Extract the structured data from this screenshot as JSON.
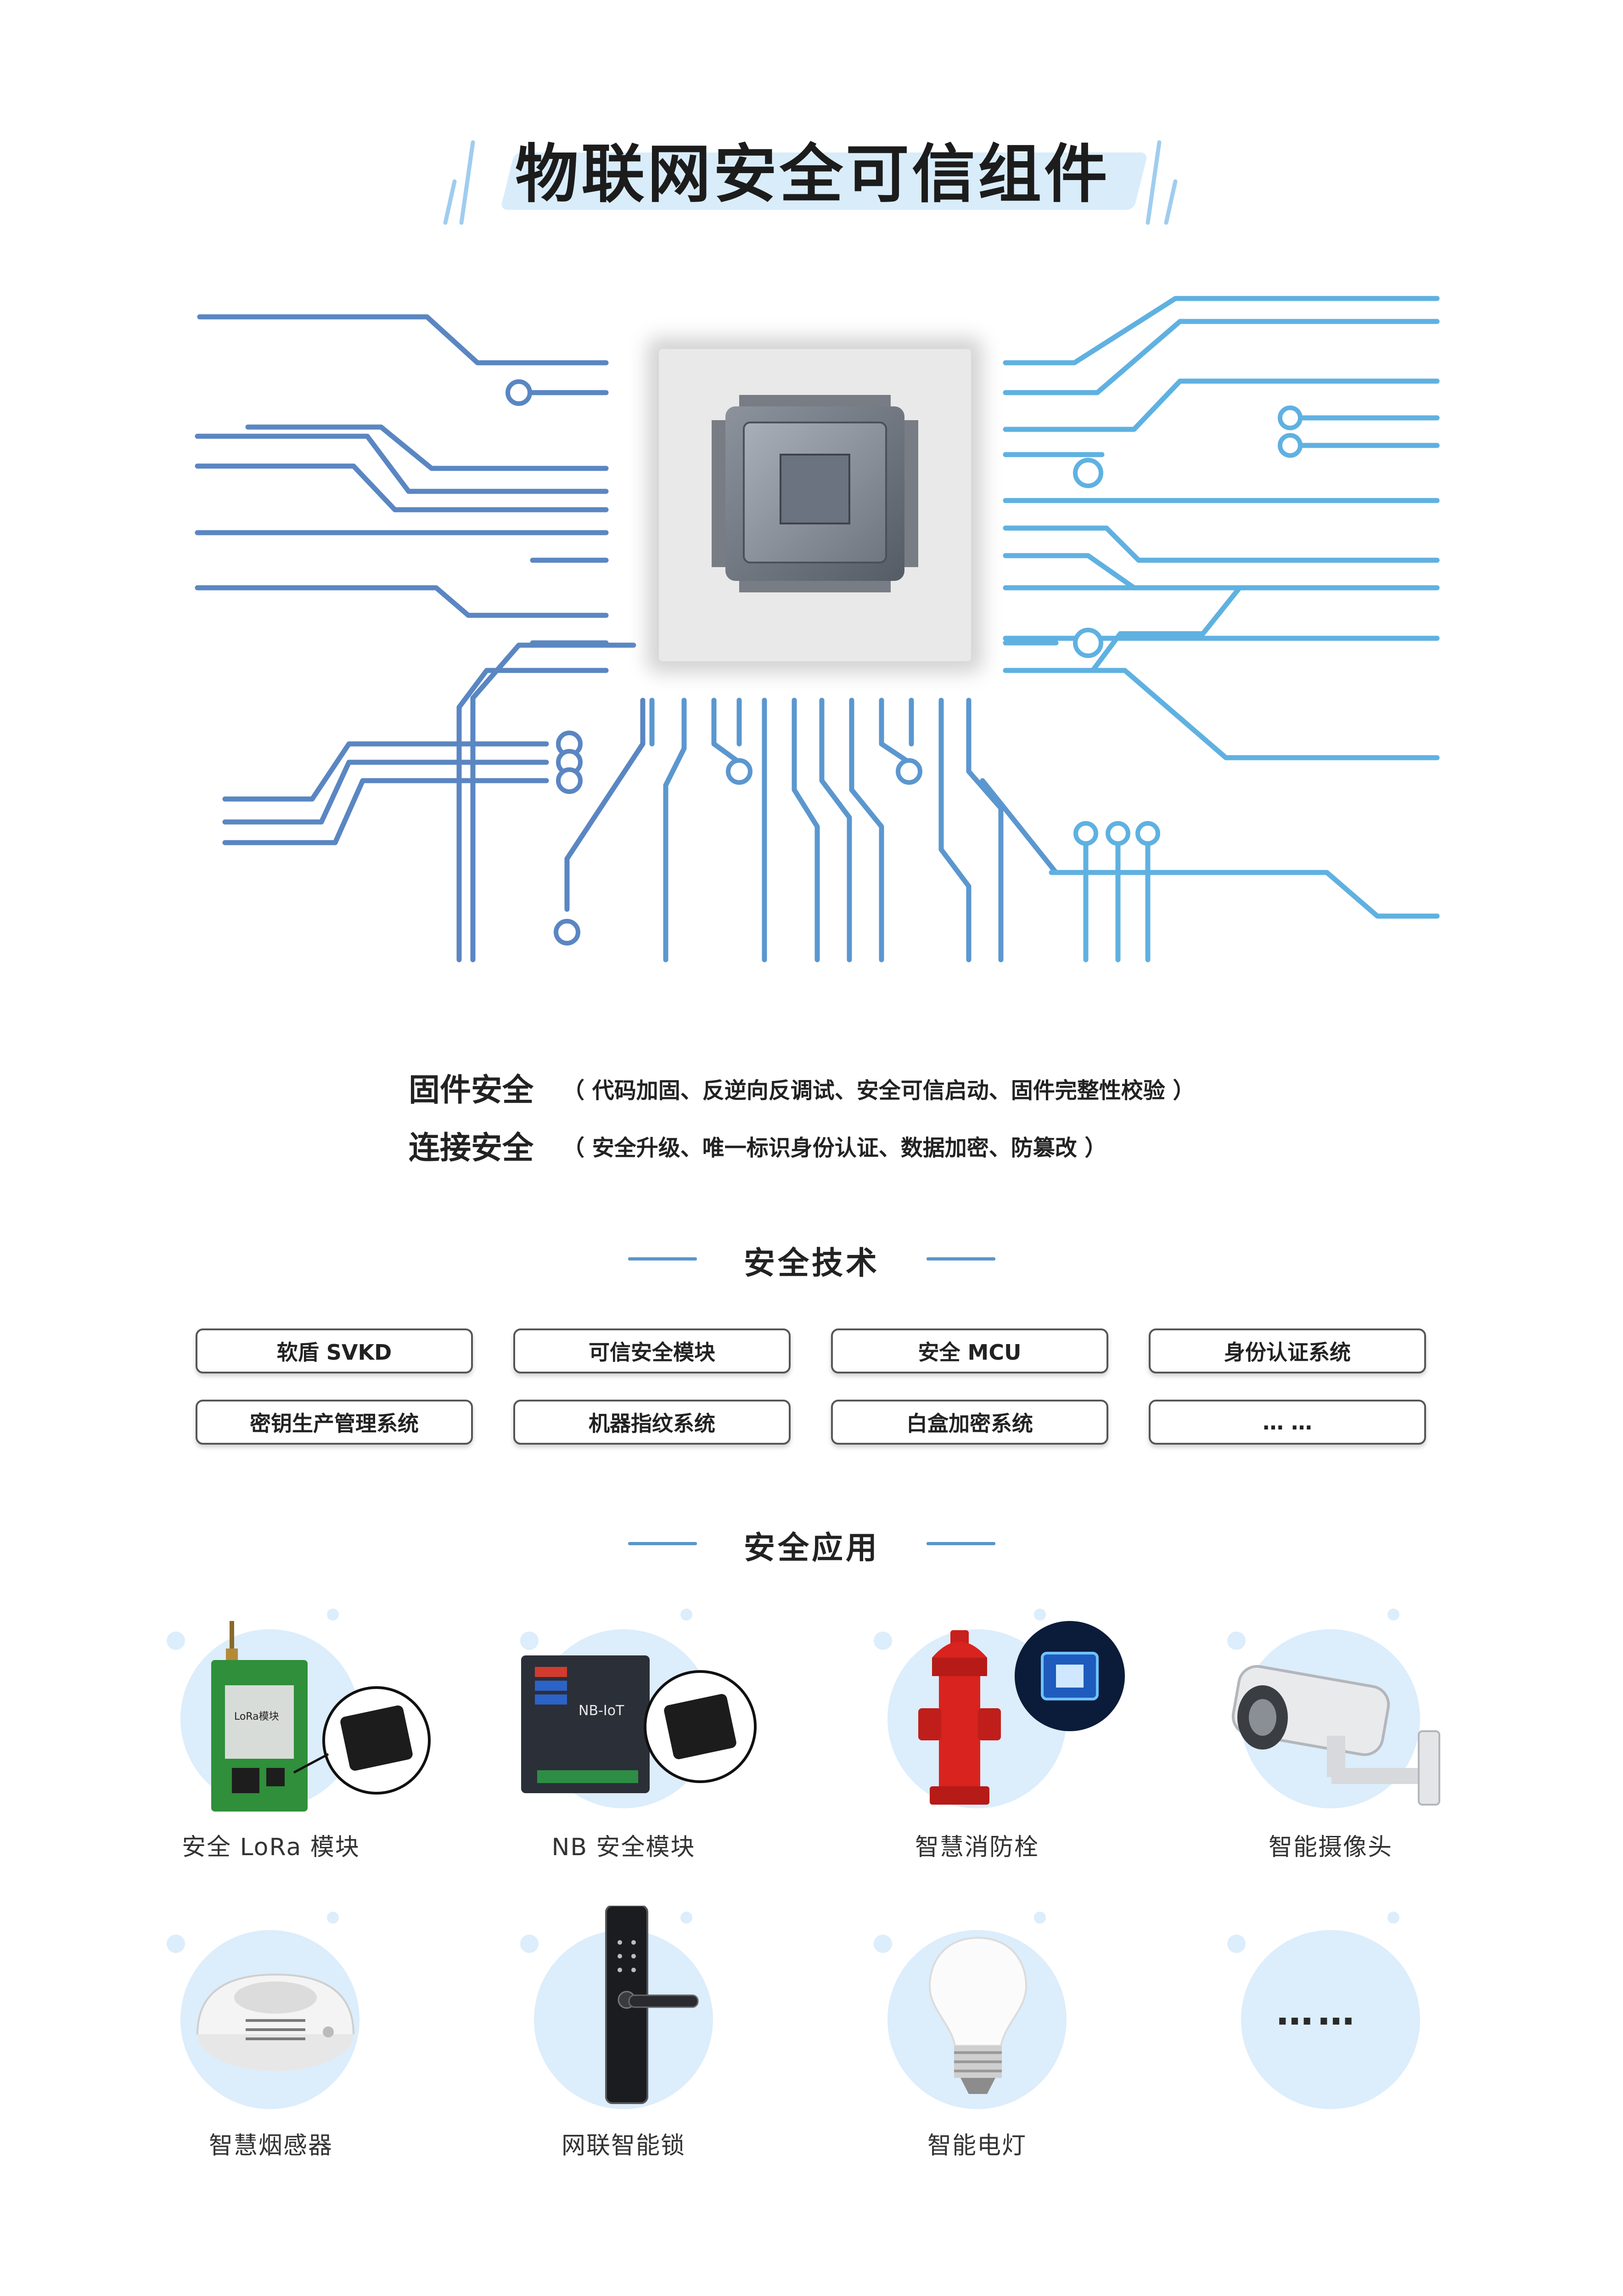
{
  "title": "物联网安全可信组件",
  "features": [
    {
      "label": "固件安全",
      "desc": "（ 代码加固、反逆向反调试、安全可信启动、固件完整性校验 ）"
    },
    {
      "label": "连接安全",
      "desc": "（ 安全升级、唯一标识身份认证、数据加密、防篡改 ）"
    }
  ],
  "tech_section": {
    "title": "安全技术",
    "items": [
      "软盾 SVKD",
      "可信安全模块",
      "安全 MCU",
      "身份认证系统",
      "密钥生产管理系统",
      "机器指纹系统",
      "白盒加密系统",
      "… …"
    ]
  },
  "app_section": {
    "title": "安全应用",
    "items": [
      {
        "label": "安全 LoRa 模块",
        "icon": "lora-module-icon",
        "device_text": "LoRa模块"
      },
      {
        "label": "NB 安全模块",
        "icon": "nb-module-icon",
        "device_text": "NB-IoT"
      },
      {
        "label": "智慧消防栓",
        "icon": "fire-hydrant-icon"
      },
      {
        "label": "智能摄像头",
        "icon": "camera-icon"
      },
      {
        "label": "智慧烟感器",
        "icon": "smoke-detector-icon"
      },
      {
        "label": "网联智能锁",
        "icon": "smart-lock-icon"
      },
      {
        "label": "智能电灯",
        "icon": "light-bulb-icon"
      },
      {
        "label": "",
        "more": "……",
        "icon": "more-icon"
      }
    ]
  },
  "colors": {
    "circuit_left": "#5a86c2",
    "circuit_right": "#5fb1e1",
    "accent_bg": "#dcedfb"
  }
}
